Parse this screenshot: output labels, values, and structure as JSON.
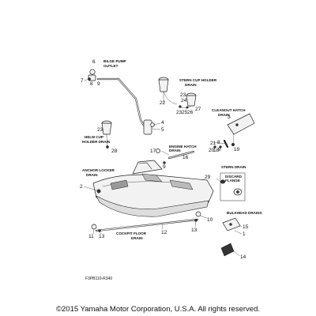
{
  "labels": {
    "bilge_pump_outlet": [
      "BILGE PUMP",
      "OUTLET"
    ],
    "stern_cup_holder_drain": [
      "STERN CUP HOLDER",
      "DRAIN"
    ],
    "cleanout_hatch_drain": [
      "CLEANOUT HATCH",
      "DRAIN"
    ],
    "helm_cup_holder_drain": [
      "HELM CUP",
      "HOLDER DRAIN"
    ],
    "engine_hatch_drain": [
      "ENGINE  HATCH",
      "DRAIN"
    ],
    "stern_drain": "STERN DRAIN",
    "discard_flange": [
      "DISCARD",
      "FLANGE"
    ],
    "anchor_locker_drain": [
      "ANCHOR LOCKER",
      "DRAIN"
    ],
    "bulkhead_drains": "BULKHEAD DRAINS",
    "cockpit_floor_drain": [
      "COCKPIT FLOOR",
      "DRAIN"
    ]
  },
  "callouts": {
    "n1": "1",
    "n2": "2",
    "n3": "3",
    "n4": "4",
    "n5": "5",
    "n6": "6",
    "n7": "7",
    "n8": "8",
    "n9": "9",
    "n10": "10",
    "n11": "11",
    "n12": "12",
    "n13": "13",
    "n14": "14",
    "n15": "15",
    "n16": "16",
    "n17": "17",
    "n18": "18",
    "n19": "19",
    "n20": "20",
    "n21": "21",
    "n22": "22",
    "n23": "23",
    "n24": "24",
    "n25": "25",
    "n26": "26",
    "n27": "27",
    "n28": "28",
    "n29": "29"
  },
  "ref_code": "F3PB110-R340",
  "copyright": "©2015 Yamaha Motor Corporation, U.S.A. All rights reserved."
}
